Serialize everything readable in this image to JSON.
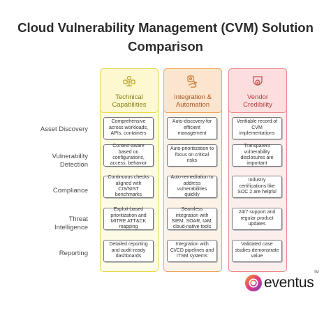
{
  "title_line1": "Cloud Vulnerability Management (CVM) Solution",
  "title_line2": "Comparison",
  "row_labels": [
    {
      "line1": "Asset Discovery",
      "line2": ""
    },
    {
      "line1": "Vulnerability",
      "line2": "Detection"
    },
    {
      "line1": "Compliance",
      "line2": ""
    },
    {
      "line1": "Threat",
      "line2": "Intelligence"
    },
    {
      "line1": "Reporting",
      "line2": ""
    }
  ],
  "columns": [
    {
      "icon": "gear-network-icon",
      "header_line1": "Technical",
      "header_line2": "Capabilities",
      "accent": "#e8d84a",
      "fill": "#fdfbe6",
      "text_color": "#8a7d14",
      "cells": [
        [
          "Comprehensive",
          "across workloads,",
          "APIs, containers"
        ],
        [
          "Context-aware",
          "based on",
          "configurations,",
          "access, behavior"
        ],
        [
          "Continuous checks",
          "aligned with",
          "CIS/NIST",
          "benchmarks"
        ],
        [
          "Exploit-based",
          "prioritization and",
          "MITRE ATT&CK",
          "mapping"
        ],
        [
          "Detailed reporting",
          "and audit-ready",
          "dashboards"
        ]
      ]
    },
    {
      "icon": "integration-hand-icon",
      "header_line1": "Integration &",
      "header_line2": "Automation",
      "accent": "#eea45a",
      "fill": "#fdf2e6",
      "text_color": "#a8561a",
      "cells": [
        [
          "Auto-discovery for",
          "efficient",
          "management"
        ],
        [
          "Auto-prioritization to",
          "focus on critical",
          "risks"
        ],
        [
          "Auto-remediation to",
          "address",
          "vulnerabilities",
          "quickly"
        ],
        [
          "Seamless",
          "integration with",
          "SIEM, SOAR, IAM,",
          "cloud-native tools"
        ],
        [
          "Integration with",
          "CI/CD pipelines and",
          "ITSM systems"
        ]
      ]
    },
    {
      "icon": "verified-badge-icon",
      "header_line1": "Vendor",
      "header_line2": "Credibility",
      "accent": "#e98a8a",
      "fill": "#fdeeee",
      "text_color": "#b23a3a",
      "cells": [
        [
          "Verifiable record of",
          "CVM",
          "implementations"
        ],
        [
          "Transparent",
          "vulnerability",
          "disclosures are",
          "important"
        ],
        [
          "Industry",
          "certifications like",
          "SOC 2 are helpful"
        ],
        [
          "24/7 support and",
          "regular product",
          "updates"
        ],
        [
          "Validated case",
          "studies demonstrate",
          "value"
        ]
      ]
    }
  ],
  "logo": {
    "text": "eventus",
    "tm": "TM"
  }
}
